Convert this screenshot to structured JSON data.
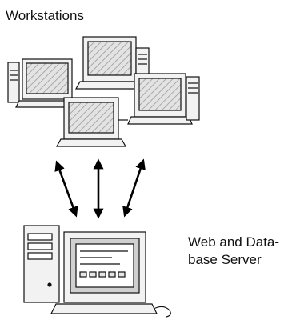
{
  "labels": {
    "workstations": "Workstations",
    "server_line1": "Web and Data-",
    "server_line2": "base Server"
  },
  "colors": {
    "outline": "#111111",
    "screen_fill": "#d9d9d9",
    "body_fill": "#f2f2f2",
    "arrow": "#000000"
  },
  "icons": [
    "workstation-computer-icon",
    "server-computer-icon",
    "double-headed-arrow-icon"
  ]
}
